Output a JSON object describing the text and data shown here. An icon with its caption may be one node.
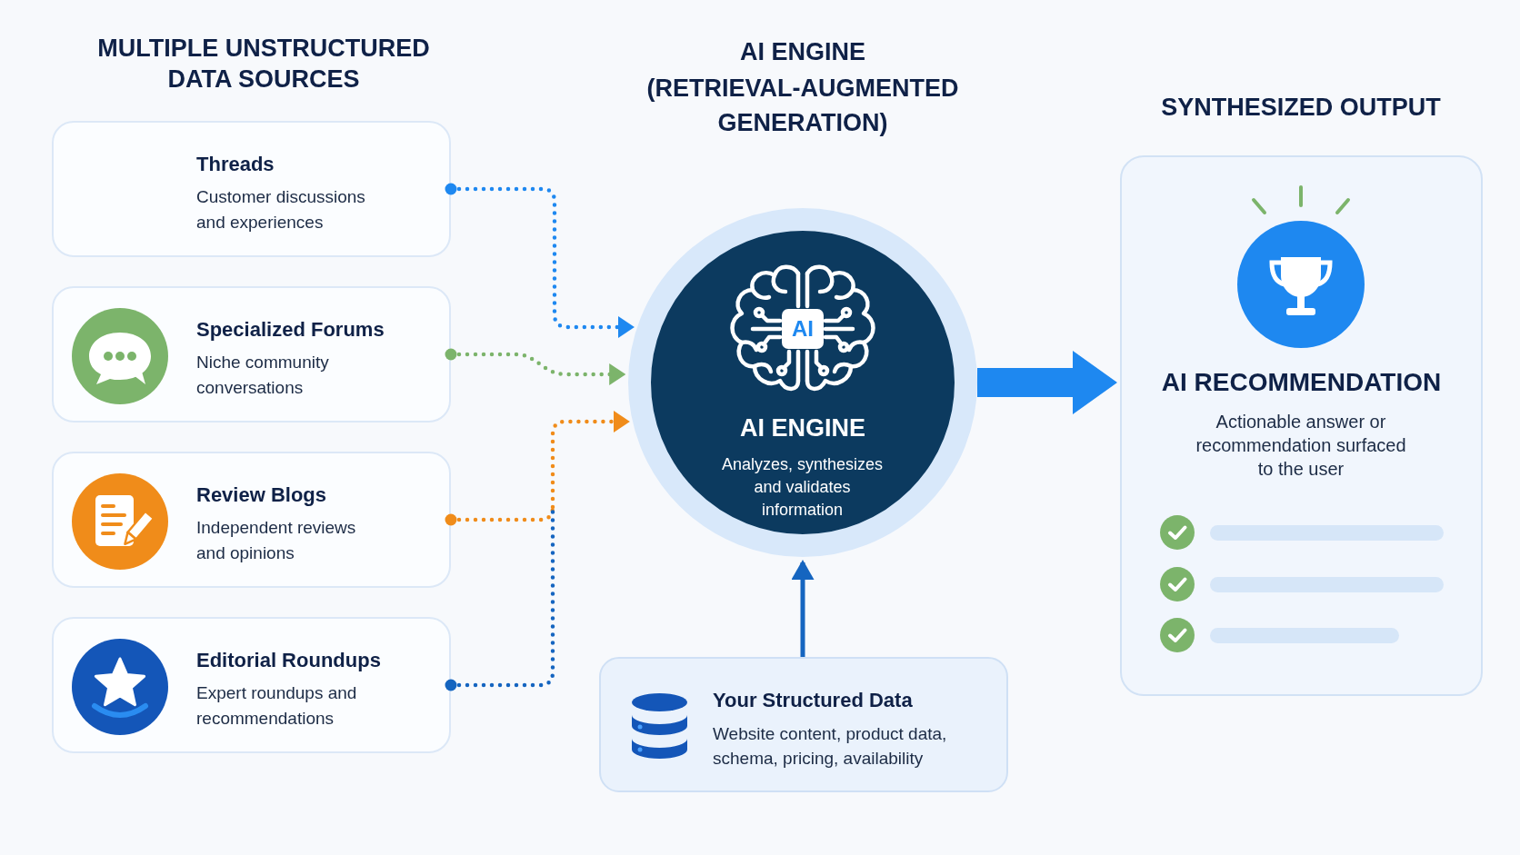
{
  "diagram": {
    "nodes": [
      {
        "text": [
          "Threads",
          "Customer discussions and experiences"
        ]
      },
      {
        "text": [
          "Specialized Forums",
          "Niche community conversations"
        ]
      },
      {
        "text": [
          "Review Blogs",
          "Independent reviews and opinions"
        ]
      },
      {
        "text": [
          "Editorial Roundups",
          "Expert roundups and recommendations"
        ]
      },
      {
        "text": [
          "AI",
          "AI ENGINE",
          "Analyzes, synthesizes and validates information"
        ]
      },
      {
        "text": [
          "Your Structured Data",
          "Website content, product data, schema, pricing, availability"
        ]
      },
      {
        "text": [
          "AI RECOMMENDATION",
          "Actionable answer or recommendation surfaced to the user"
        ]
      }
    ],
    "edges": [
      {
        "from": 0,
        "to": 4,
        "arrow": "to",
        "style": "dashed",
        "color": "#1e88f0"
      },
      {
        "from": 1,
        "to": 4,
        "arrow": "to",
        "style": "dashed",
        "color": "#7cb46b"
      },
      {
        "from": 2,
        "to": 4,
        "arrow": "to",
        "style": "dashed",
        "color": "#f08c1a"
      },
      {
        "from": 3,
        "to": 4,
        "arrow": "to",
        "style": "dashed",
        "color": "#1565c0"
      },
      {
        "from": 5,
        "to": 4,
        "arrow": "to",
        "color": "#1565c0"
      },
      {
        "from": 4,
        "to": 6,
        "arrow": "to",
        "style": "thick",
        "color": "#1e88f0"
      }
    ],
    "labels": [
      "MULTIPLE UNSTRUCTURED DATA SOURCES",
      "AI ENGINE",
      "(RETRIEVAL-AUGMENTED GENERATION)",
      "SYNTHESIZED OUTPUT"
    ]
  }
}
